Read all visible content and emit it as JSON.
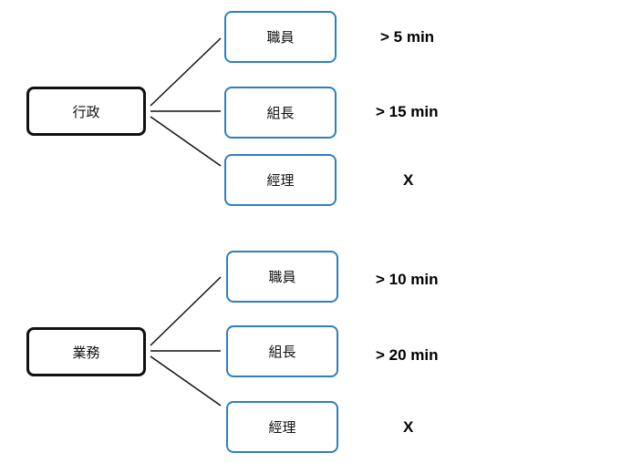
{
  "colors": {
    "department_border": "#111111",
    "role_border": "#2f7fc0",
    "connector": "#111111"
  },
  "groups": [
    {
      "department": "行政",
      "roles": [
        {
          "role": "職員",
          "value": "> 5 min"
        },
        {
          "role": "組長",
          "value": "> 15 min"
        },
        {
          "role": "經理",
          "value": "X"
        }
      ]
    },
    {
      "department": "業務",
      "roles": [
        {
          "role": "職員",
          "value": "> 10 min"
        },
        {
          "role": "組長",
          "value": "> 20 min"
        },
        {
          "role": "經理",
          "value": "X"
        }
      ]
    }
  ]
}
